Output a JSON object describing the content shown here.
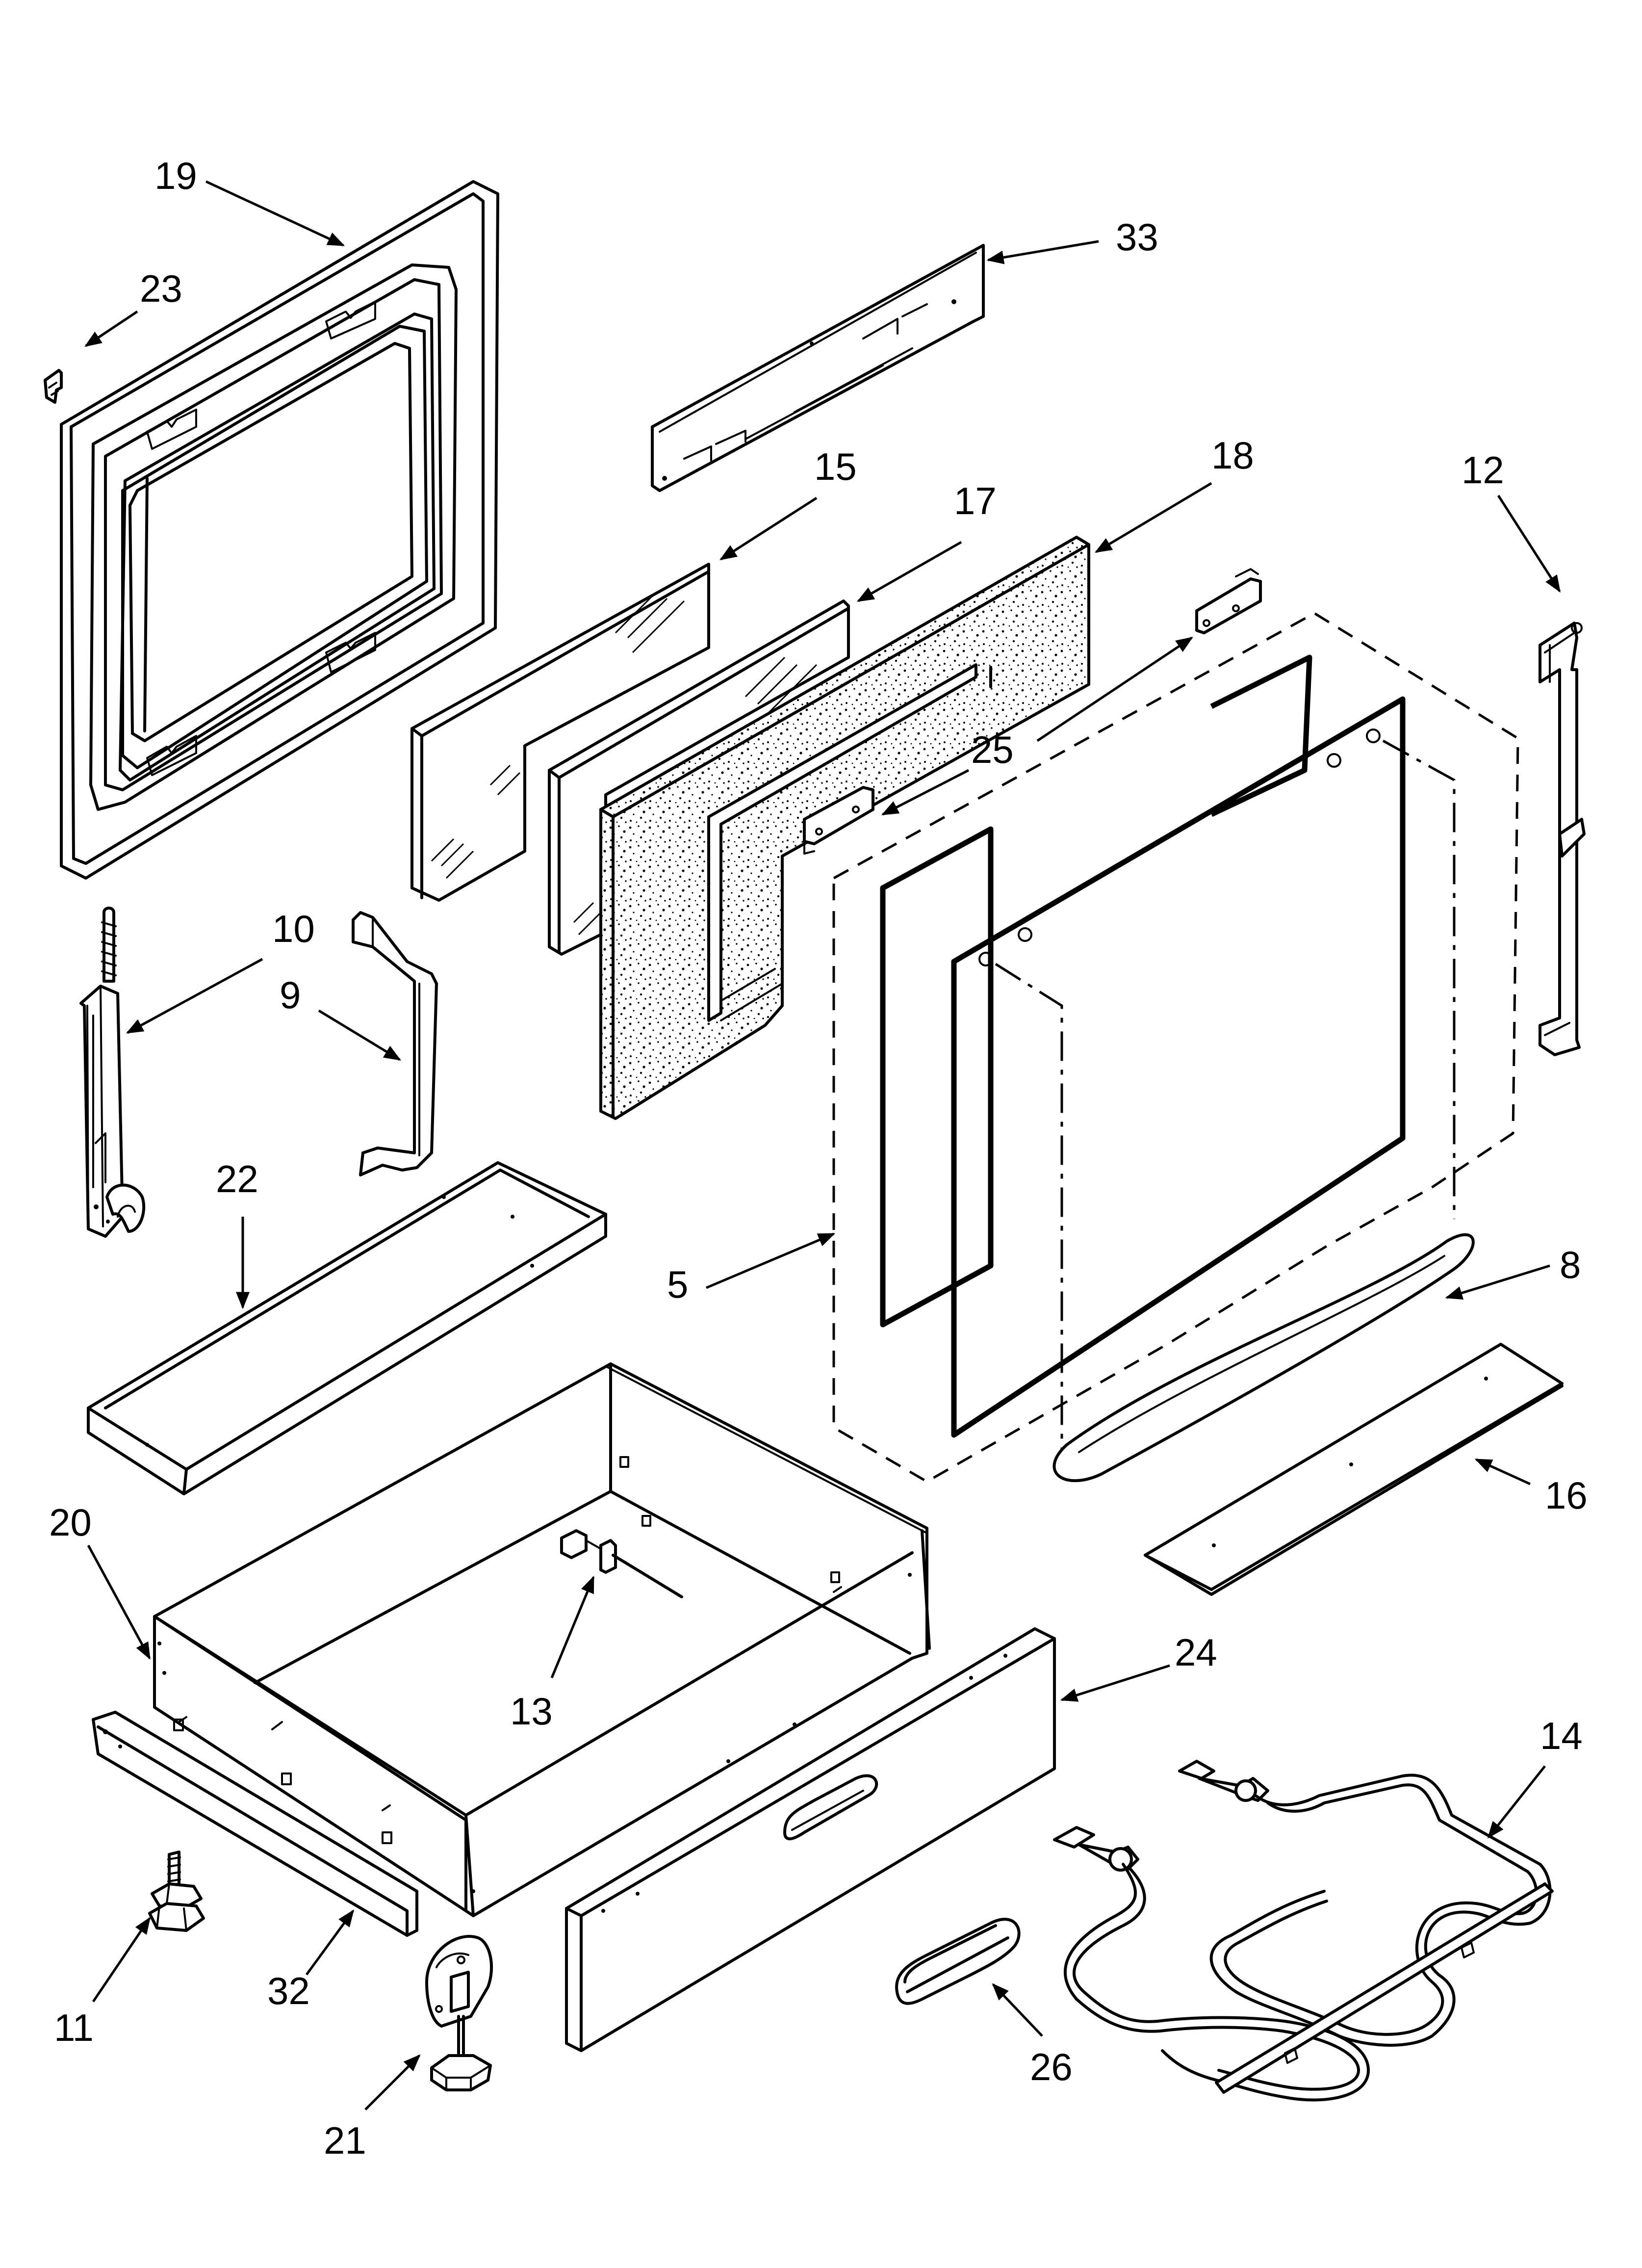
{
  "title": "",
  "callouts": [
    {
      "id": "19",
      "label": "19"
    },
    {
      "id": "23",
      "label": "23"
    },
    {
      "id": "33",
      "label": "33"
    },
    {
      "id": "15",
      "label": "15"
    },
    {
      "id": "17",
      "label": "17"
    },
    {
      "id": "18",
      "label": "18"
    },
    {
      "id": "12",
      "label": "12"
    },
    {
      "id": "25",
      "label": "25"
    },
    {
      "id": "10",
      "label": "10"
    },
    {
      "id": "9",
      "label": "9"
    },
    {
      "id": "22",
      "label": "22"
    },
    {
      "id": "5",
      "label": "5"
    },
    {
      "id": "8",
      "label": "8"
    },
    {
      "id": "16",
      "label": "16"
    },
    {
      "id": "20",
      "label": "20"
    },
    {
      "id": "13",
      "label": "13"
    },
    {
      "id": "24",
      "label": "24"
    },
    {
      "id": "14",
      "label": "14"
    },
    {
      "id": "11",
      "label": "11"
    },
    {
      "id": "32",
      "label": "32"
    },
    {
      "id": "21",
      "label": "21"
    },
    {
      "id": "26",
      "label": "26"
    }
  ],
  "colors": {
    "line": "#000000",
    "background": "#ffffff"
  }
}
